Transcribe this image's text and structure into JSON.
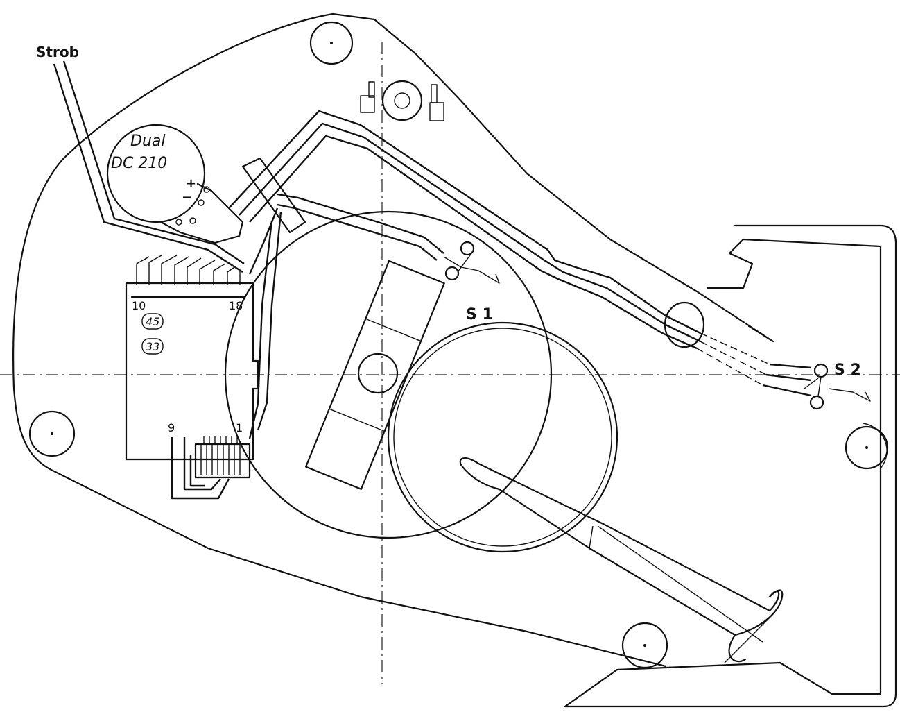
{
  "labels": {
    "strob": "Strob",
    "motor_line1": "Dual",
    "motor_line2": "DC  210",
    "plus": "+",
    "minus": "−",
    "pin_10": "10",
    "pin_18": "18",
    "pin_9": "9",
    "pin_1": "1",
    "speed_45": "45",
    "speed_33": "33",
    "switch_1": "S 1",
    "switch_2": "S 2"
  }
}
